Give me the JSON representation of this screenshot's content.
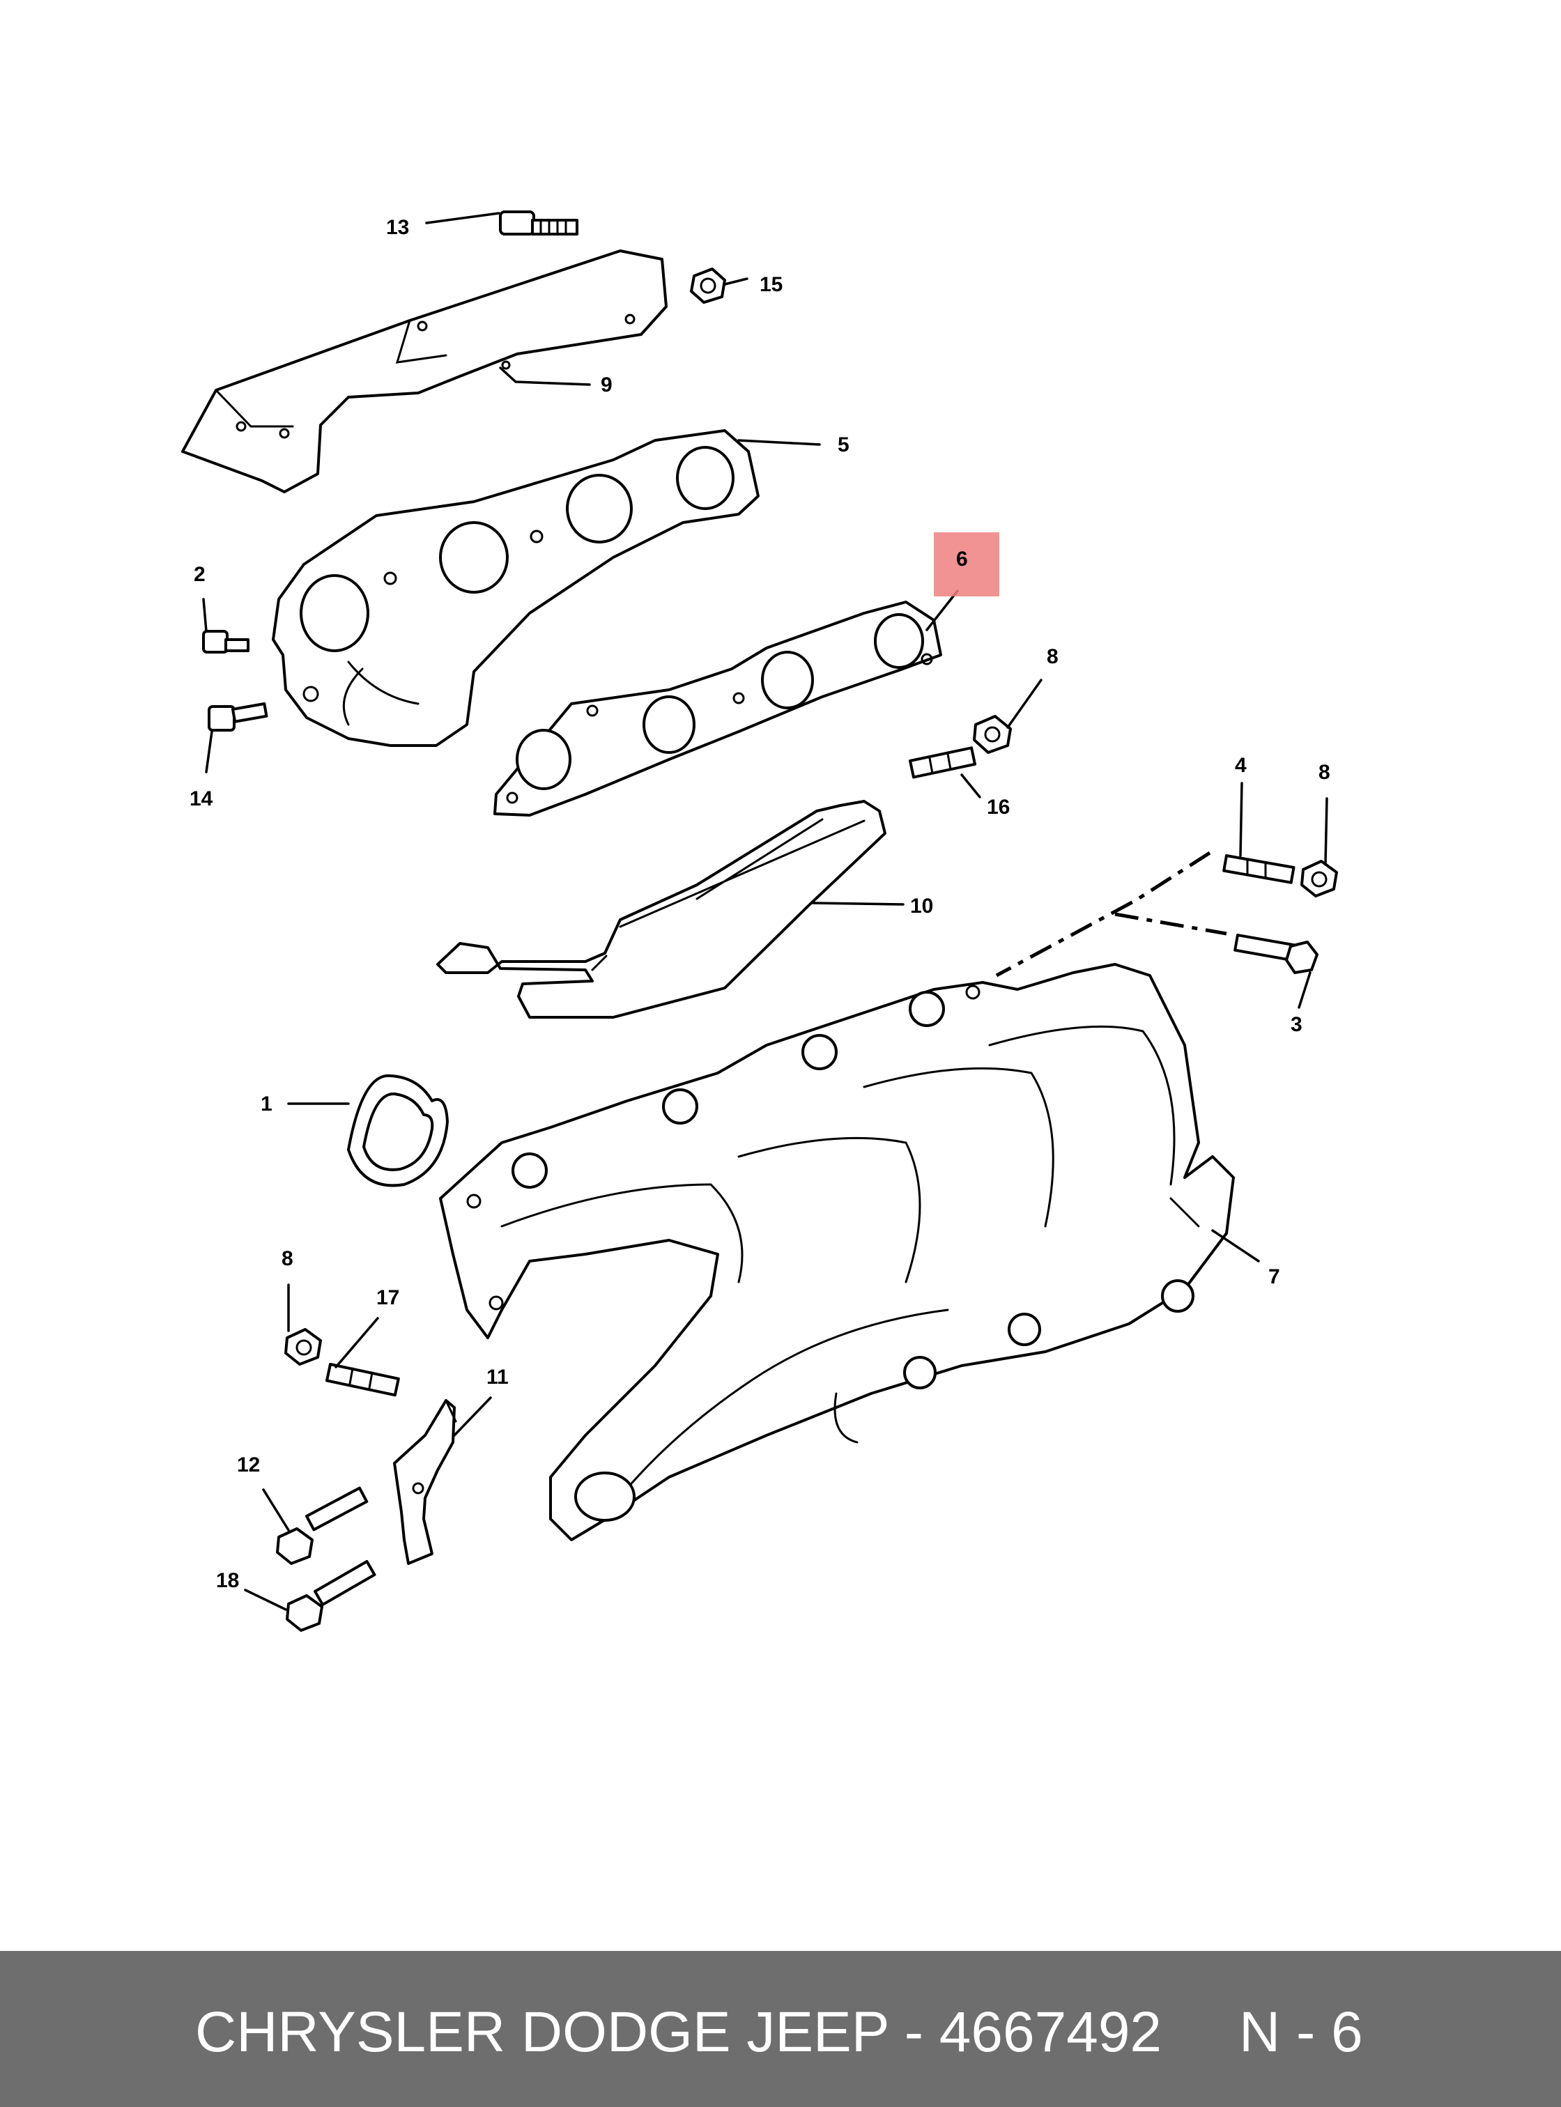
{
  "diagram": {
    "highlight_color": "#f08080",
    "highlighted_callout": "6",
    "callouts": {
      "c1": "1",
      "c2": "2",
      "c3": "3",
      "c4": "4",
      "c5": "5",
      "c6": "6",
      "c7": "7",
      "c8a": "8",
      "c8b": "8",
      "c8c": "8",
      "c9": "9",
      "c10": "10",
      "c11": "11",
      "c12": "12",
      "c13": "13",
      "c14": "14",
      "c15": "15",
      "c16": "16",
      "c17": "17",
      "c18": "18"
    }
  },
  "footer": {
    "background": "#6e6e6e",
    "title": "CHRYSLER DODGE JEEP - 4667492",
    "page_code": "N - 6"
  }
}
